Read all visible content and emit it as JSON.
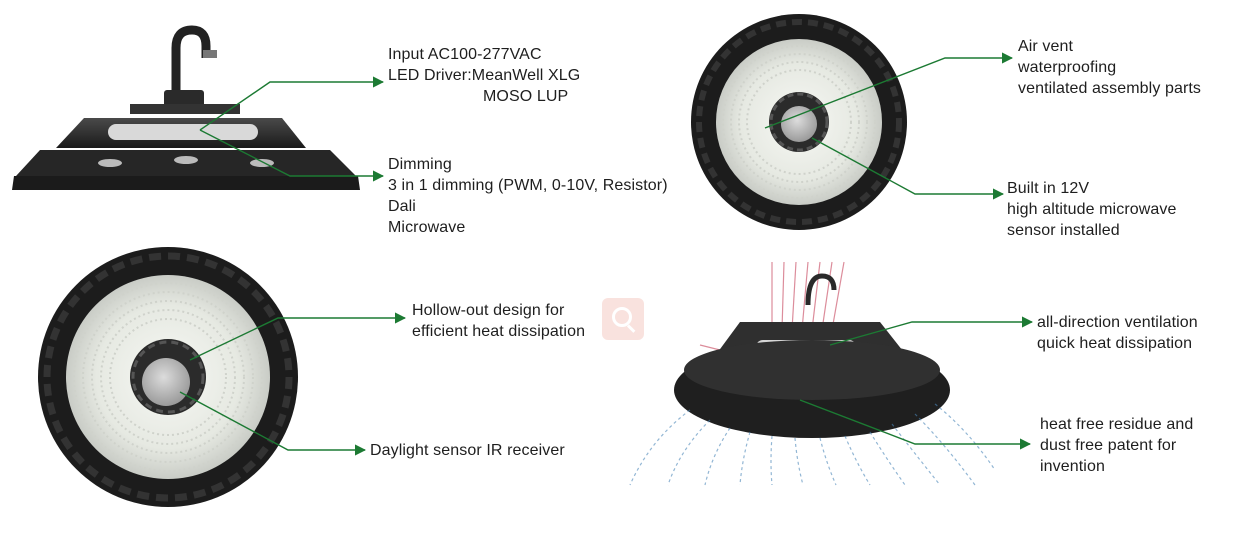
{
  "callouts": {
    "input": [
      "Input   AC100-277VAC",
      "LED Driver:MeanWell XLG",
      "MOSO LUP"
    ],
    "dimming": [
      "Dimming",
      "3 in 1 dimming (PWM, 0-10V, Resistor)",
      "Dali",
      "Microwave"
    ],
    "air_vent": [
      "Air vent",
      "waterproofing",
      "ventilated assembly parts"
    ],
    "microwave": [
      "Built in 12V",
      "high altitude microwave",
      "sensor installed"
    ],
    "hollow": [
      "Hollow-out design for",
      "efficient heat dissipation"
    ],
    "daylight": [
      "Daylight sensor IR receiver"
    ],
    "ventilation": [
      "all-direction ventilation",
      "quick heat dissipation"
    ],
    "residue": [
      "heat free residue and",
      "dust free patent for",
      "invention"
    ]
  },
  "colors": {
    "leader": "#1c7a33",
    "housing": "#2b2b2b",
    "housing_dark": "#161616",
    "led_ring": "#e9ece6",
    "airflow_hot": "#c0304a",
    "airflow_cool": "#4a86b8",
    "watermark": "#f8d9d4"
  },
  "icons": {
    "watermark": "search-icon"
  }
}
